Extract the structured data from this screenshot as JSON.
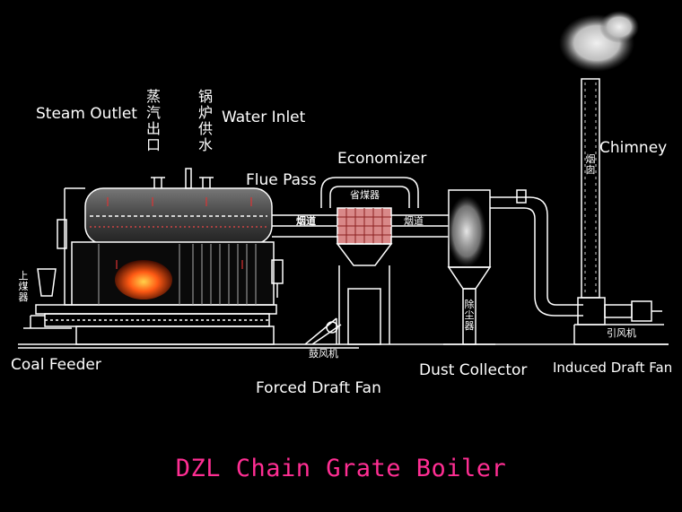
{
  "diagram": {
    "title": "DZL Chain Grate Boiler",
    "title_color": "#ff2e93",
    "background": "#000000",
    "labels": {
      "steam_outlet": "Steam Outlet",
      "water_inlet": "Water Inlet",
      "flue_pass": "Flue Pass",
      "economizer": "Economizer",
      "chimney": "Chimney",
      "coal_feeder": "Coal Feeder",
      "forced_draft_fan": "Forced Draft Fan",
      "dust_collector": "Dust Collector",
      "induced_draft_fan": "Induced Draft Fan"
    },
    "chinese_labels": {
      "steam_outlet": "蒸汽出口",
      "water_inlet": "锅炉供水",
      "flue_left": "烟道",
      "economizer": "省煤器",
      "flue_right": "烟道",
      "chimney": "烟囱",
      "coal_feeder": "上煤器",
      "forced_draft_fan": "鼓风机",
      "dust_collector": "除尘器",
      "induced_draft_fan": "引风机"
    },
    "colors": {
      "line": "#ffffff",
      "fire": "#ff4500",
      "drum": "#888888",
      "economizer_fill": "#d98888"
    }
  }
}
